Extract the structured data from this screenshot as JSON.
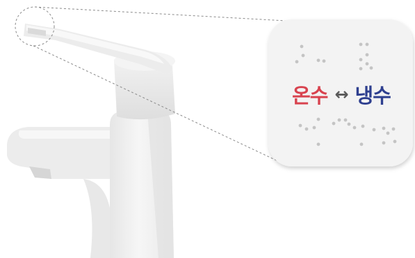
{
  "braille_label": {
    "warm": "온수",
    "arrow": "↔",
    "cold": "냉수"
  },
  "colors": {
    "warm": "#d8434f",
    "cold": "#2e3f8f",
    "arrow": "#5a5a5a",
    "faucet_body": "#efefef",
    "braille_panel": "#f3f3f3",
    "braille_dot": "#c4c4c4"
  },
  "icons": {
    "faucet": "faucet-illustration",
    "magnifier": "zoom-callout"
  }
}
